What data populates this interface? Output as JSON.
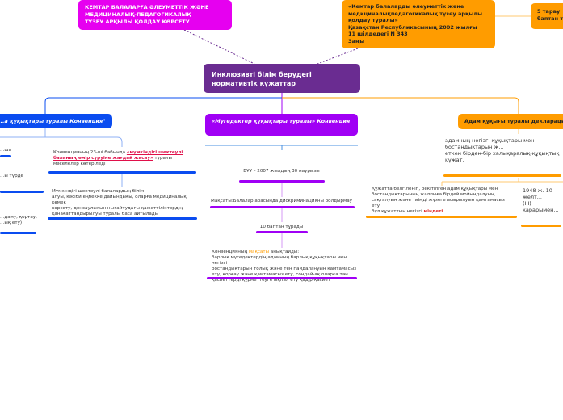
{
  "central": {
    "title": "Инклюзивті білім берудегі нормативтік құжаттар",
    "color": "#6a2c91"
  },
  "top_left": {
    "lines": [
      "КЕМТАР БАЛАЛАРҒА ӘЛЕУМЕТТІК ЖӘНЕ",
      "МЕДИЦИНАЛЫҚ-ПЕДАГОГИКАЛЫҚ",
      "ТҮЗЕУ АРҚЫЛЫ ҚОЛДАУ КӨРСЕТУ"
    ],
    "color": "#e600f0"
  },
  "top_right": {
    "lines": [
      "«Кемтар балаларды әлеуметтік және",
      "медициналықпедагогикалық түзеу арқылы",
      "қолдау туралы»",
      "Қазақстан Республикасының 2002 жылғы",
      "11 шілдедегі N 343",
      "Заңы"
    ],
    "color": "#ff9c00"
  },
  "far_right": {
    "lines": [
      "5 тарау",
      "баптан т"
    ]
  },
  "branches": {
    "blue": {
      "title": "...а құқықтары туралы Конвенция\"",
      "color": "#0a4cf0",
      "left_snips": [
        "...ша",
        "...ы түрде",
        "...дамy, қорғау,",
        "...ық ету)"
      ],
      "item1": {
        "pre": "Конвенцияның 23-ші бабында ",
        "link": "«мүмкіндігі шектеулі баланың өмір сүруіне жағдай жасау»",
        "post": " туралы мәселелер көтеріледі"
      },
      "item2": [
        "Мүмкіндігі шектеулі балалардың білім",
        "алуы, кәсіби еңбекке дайындығы, оларға медициналық",
        "көмек",
        "көрсету, денсаулығын нығайтудағы қажеттіліктердің",
        "қанағаттандырылуы туралы баса айтылады"
      ]
    },
    "purple": {
      "title": "«Мүгедектер құқықтары туралы» Конвенция",
      "color": "#a000f5",
      "items": [
        "БҰҰ – 2007 жылдың 30 наурызы",
        "Мақсаты:Балалар арасында дискриминацияны болдырмау",
        "10 баптан тұрады"
      ],
      "goal": {
        "pre": "Конвенцияның ",
        "highlight": "мақсаты",
        "post": " анықтайды:",
        "lines": [
          "барлық мүгедектердің адамның барлық құқықтары мен негізгі",
          "бостандықтарын толық және тең пайдалануын қамтамасыз",
          "ету, қорғау және қамтамасыз ету, сондай-ақ оларға тән",
          "қасиеттерді құрметтеуге ықпал ету қадір-қасиет"
        ]
      }
    },
    "orange": {
      "title": "Адам құқығы туралы декларация",
      "color": "#ff9c00",
      "item1": [
        "адамның негізгі құқықтары мен бостандықтарын ж...",
        "еткен бірден-бір халықаралық-құқықтық құжат."
      ],
      "item2": {
        "lines": [
          "Құжатта белгіленіп, бекітілген адам құқықтары мен",
          "бостандықтарының жалпыға бірдей мойындалуын,",
          "сақталуын және тиімді жүзеге асырылуын қамтамасыз ету"
        ],
        "pre": "бүл құжаттың негізгі ",
        "highlight": "міндеті",
        "post": "."
      },
      "item3": [
        "1948 ж. 10 желт...",
        "(III) қарарымен..."
      ]
    }
  }
}
